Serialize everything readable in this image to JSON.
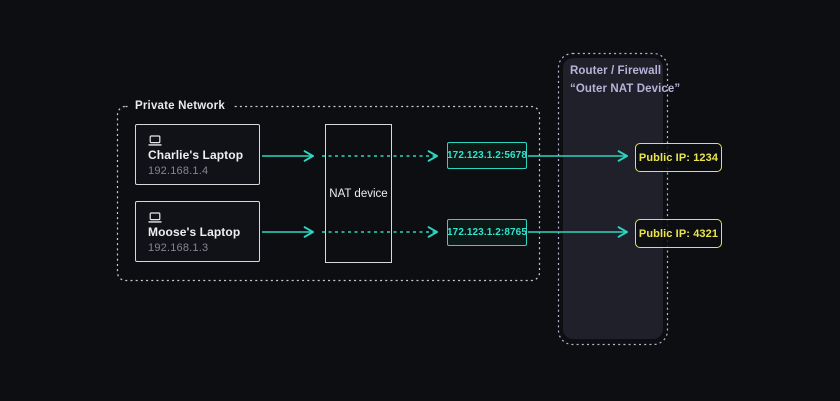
{
  "diagram": {
    "private_network": {
      "label": "Private Network",
      "devices": [
        {
          "name": "Charlie's Laptop",
          "ip": "192.168.1.4"
        },
        {
          "name": "Moose's Laptop",
          "ip": "192.168.1.3"
        }
      ],
      "nat": {
        "label": "NAT device"
      }
    },
    "mappings": [
      {
        "translated_address": "172.123.1.2:5678",
        "public_label": "Public IP: 1234"
      },
      {
        "translated_address": "172.123.1.2:8765",
        "public_label": "Public IP: 4321"
      }
    ],
    "router": {
      "line1": "Router / Firewall",
      "line2": "“Outer NAT Device”"
    },
    "colors": {
      "bg": "#0d0e11",
      "teal": "#2cd5c0",
      "yellow": "#e6e14b",
      "lavender": "#b7b3d9",
      "box-border": "#d8d8dc",
      "router-fill": "#1f2029"
    }
  }
}
